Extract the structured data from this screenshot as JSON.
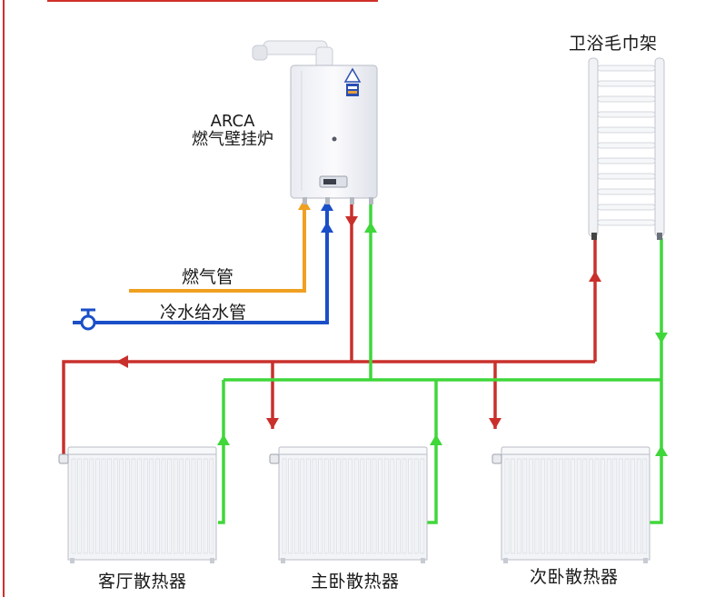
{
  "boiler": {
    "brand": "ARCA",
    "name": "燃气壁挂炉"
  },
  "towel_rack": {
    "label": "卫浴毛巾架"
  },
  "pipes": {
    "gas_label": "燃气管",
    "cold_water_label": "冷水给水管"
  },
  "radiators": [
    {
      "label": "客厅散热器"
    },
    {
      "label": "主卧散热器"
    },
    {
      "label": "次卧散热器"
    }
  ],
  "colors": {
    "frame": "#d0302a",
    "supply": "#c9302c",
    "return": "#3fd73a",
    "gas": "#f0a020",
    "cold_water": "#1a4fc8",
    "radiator_fill": "#f3f4f7",
    "radiator_line": "#b9bdc6"
  }
}
